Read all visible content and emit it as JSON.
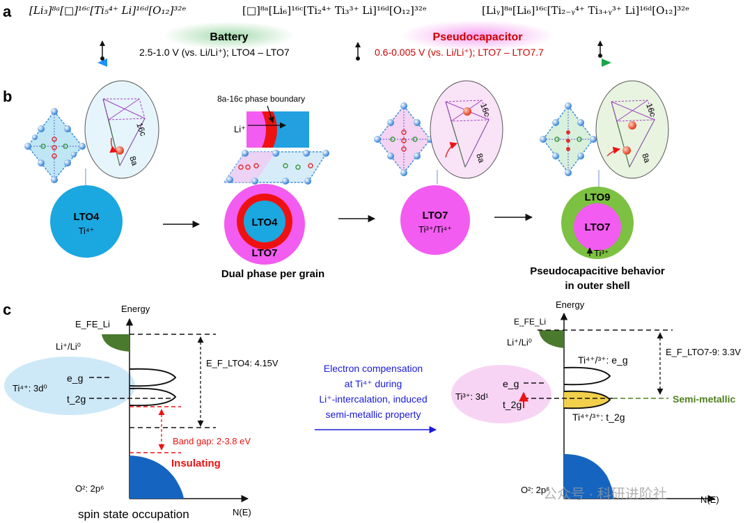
{
  "panel_letters": {
    "a": "a",
    "b": "b",
    "c": "c"
  },
  "panel_a": {
    "formula_lto4": "[Li₃]⁸ᵃ[□]¹⁶ᶜ[Ti₅⁴⁺ Li]¹⁶ᵈ[O₁₂]³²ᵉ",
    "formula_lto7": "[□]⁸ᵃ[Li₆]¹⁶ᶜ[Ti₂⁴⁺ Ti₃³⁺ Li]¹⁶ᵈ[O₁₂]³²ᵉ",
    "formula_lto9": "[Liᵧ]⁸ᵃ[Li₆]¹⁶ᶜ[Ti₂₋ᵧ⁴⁺ Ti₃₊ᵧ³⁺ Li]¹⁶ᵈ[O₁₂]³²ᵉ",
    "battery_title": "Battery",
    "battery_range": "2.5-1.0 V (vs. Li/Li⁺); LTO4 – LTO7",
    "pseudo_title": "Pseudocapacitor",
    "pseudo_range": "0.6-0.005 V (vs. Li/Li⁺);  LTO7 – LTO7.7",
    "colors": {
      "battery_glow": "#9fd9a8",
      "pseudo_glow": "#f59bf0",
      "pseudo_text": "#cc0000",
      "arrow_left": "#1e90ff",
      "arrow_mid": "#c23bd6",
      "arrow_right": "#1aa64b"
    }
  },
  "panel_b": {
    "site_16c": "16c",
    "site_8a": "8a",
    "phase_boundary": "8a-16c phase boundary",
    "li_plus": "Li⁺",
    "lto4_label": "LTO4",
    "lto4_sub": "Ti⁴⁺",
    "core_label": "LTO4",
    "shell_label": "LTO7",
    "dual_caption": "Dual phase per grain",
    "lto7_label": "LTO7",
    "lto7_sub": "Ti³⁺/Ti⁴⁺",
    "lto9_label": "LTO9",
    "lto9_core": "LTO7",
    "ti3_note": "Ti³⁺",
    "pseudo_caption_1": "Pseudocapacitive behavior",
    "pseudo_caption_2": "in outer shell",
    "colors": {
      "lto4": "#1ba7e0",
      "lto7": "#f25cf0",
      "shell_red": "#ee1111",
      "lto9": "#7cc142"
    }
  },
  "panel_c": {
    "energy_left": "Energy",
    "energy_right": "Energy",
    "efe_left": "E_FE_Li",
    "efe_right": "E_FE_Li",
    "li_couple_left": "Li⁺/Li⁰",
    "li_couple_right": "Li⁺/Li⁰",
    "ef_left": "E_F_LTO4: 4.15V",
    "ef_right": "E_F_LTO7-9: 3.3V",
    "ti_left": "Ti⁴⁺: 3d⁰",
    "ti_right": "Ti³⁺: 3d¹",
    "eg": "e_g",
    "t2g": "t_2g",
    "band_gap": "Band gap: 2-3.8 eV",
    "insulating": "Insulating",
    "o2p_left": "O²: 2p⁶",
    "o2p_right": "O²: 2p⁶",
    "ne_left": "N(E)",
    "ne_right": "N(E)",
    "spin_caption": "spin state occupation",
    "comp_1": "Electron compensation",
    "comp_2": "at Ti⁴⁺ during",
    "comp_3": "Li⁺-intercalation, induced",
    "comp_4": "semi-metallic property",
    "ti_eg_right": "Ti⁴⁺/³⁺: e_g",
    "ti_t2g_right": "Ti⁴⁺/³⁺: t_2g",
    "semimetallic": "Semi-metallic",
    "watermark": "公众号 · 科研进阶社",
    "colors": {
      "o2p_fill": "#1565c0",
      "li_fill": "#4a7a2e",
      "red": "#ee1111",
      "blue_text": "#1a1adb",
      "green_text": "#4d7f1e",
      "yellow": "#f2d04b"
    }
  }
}
